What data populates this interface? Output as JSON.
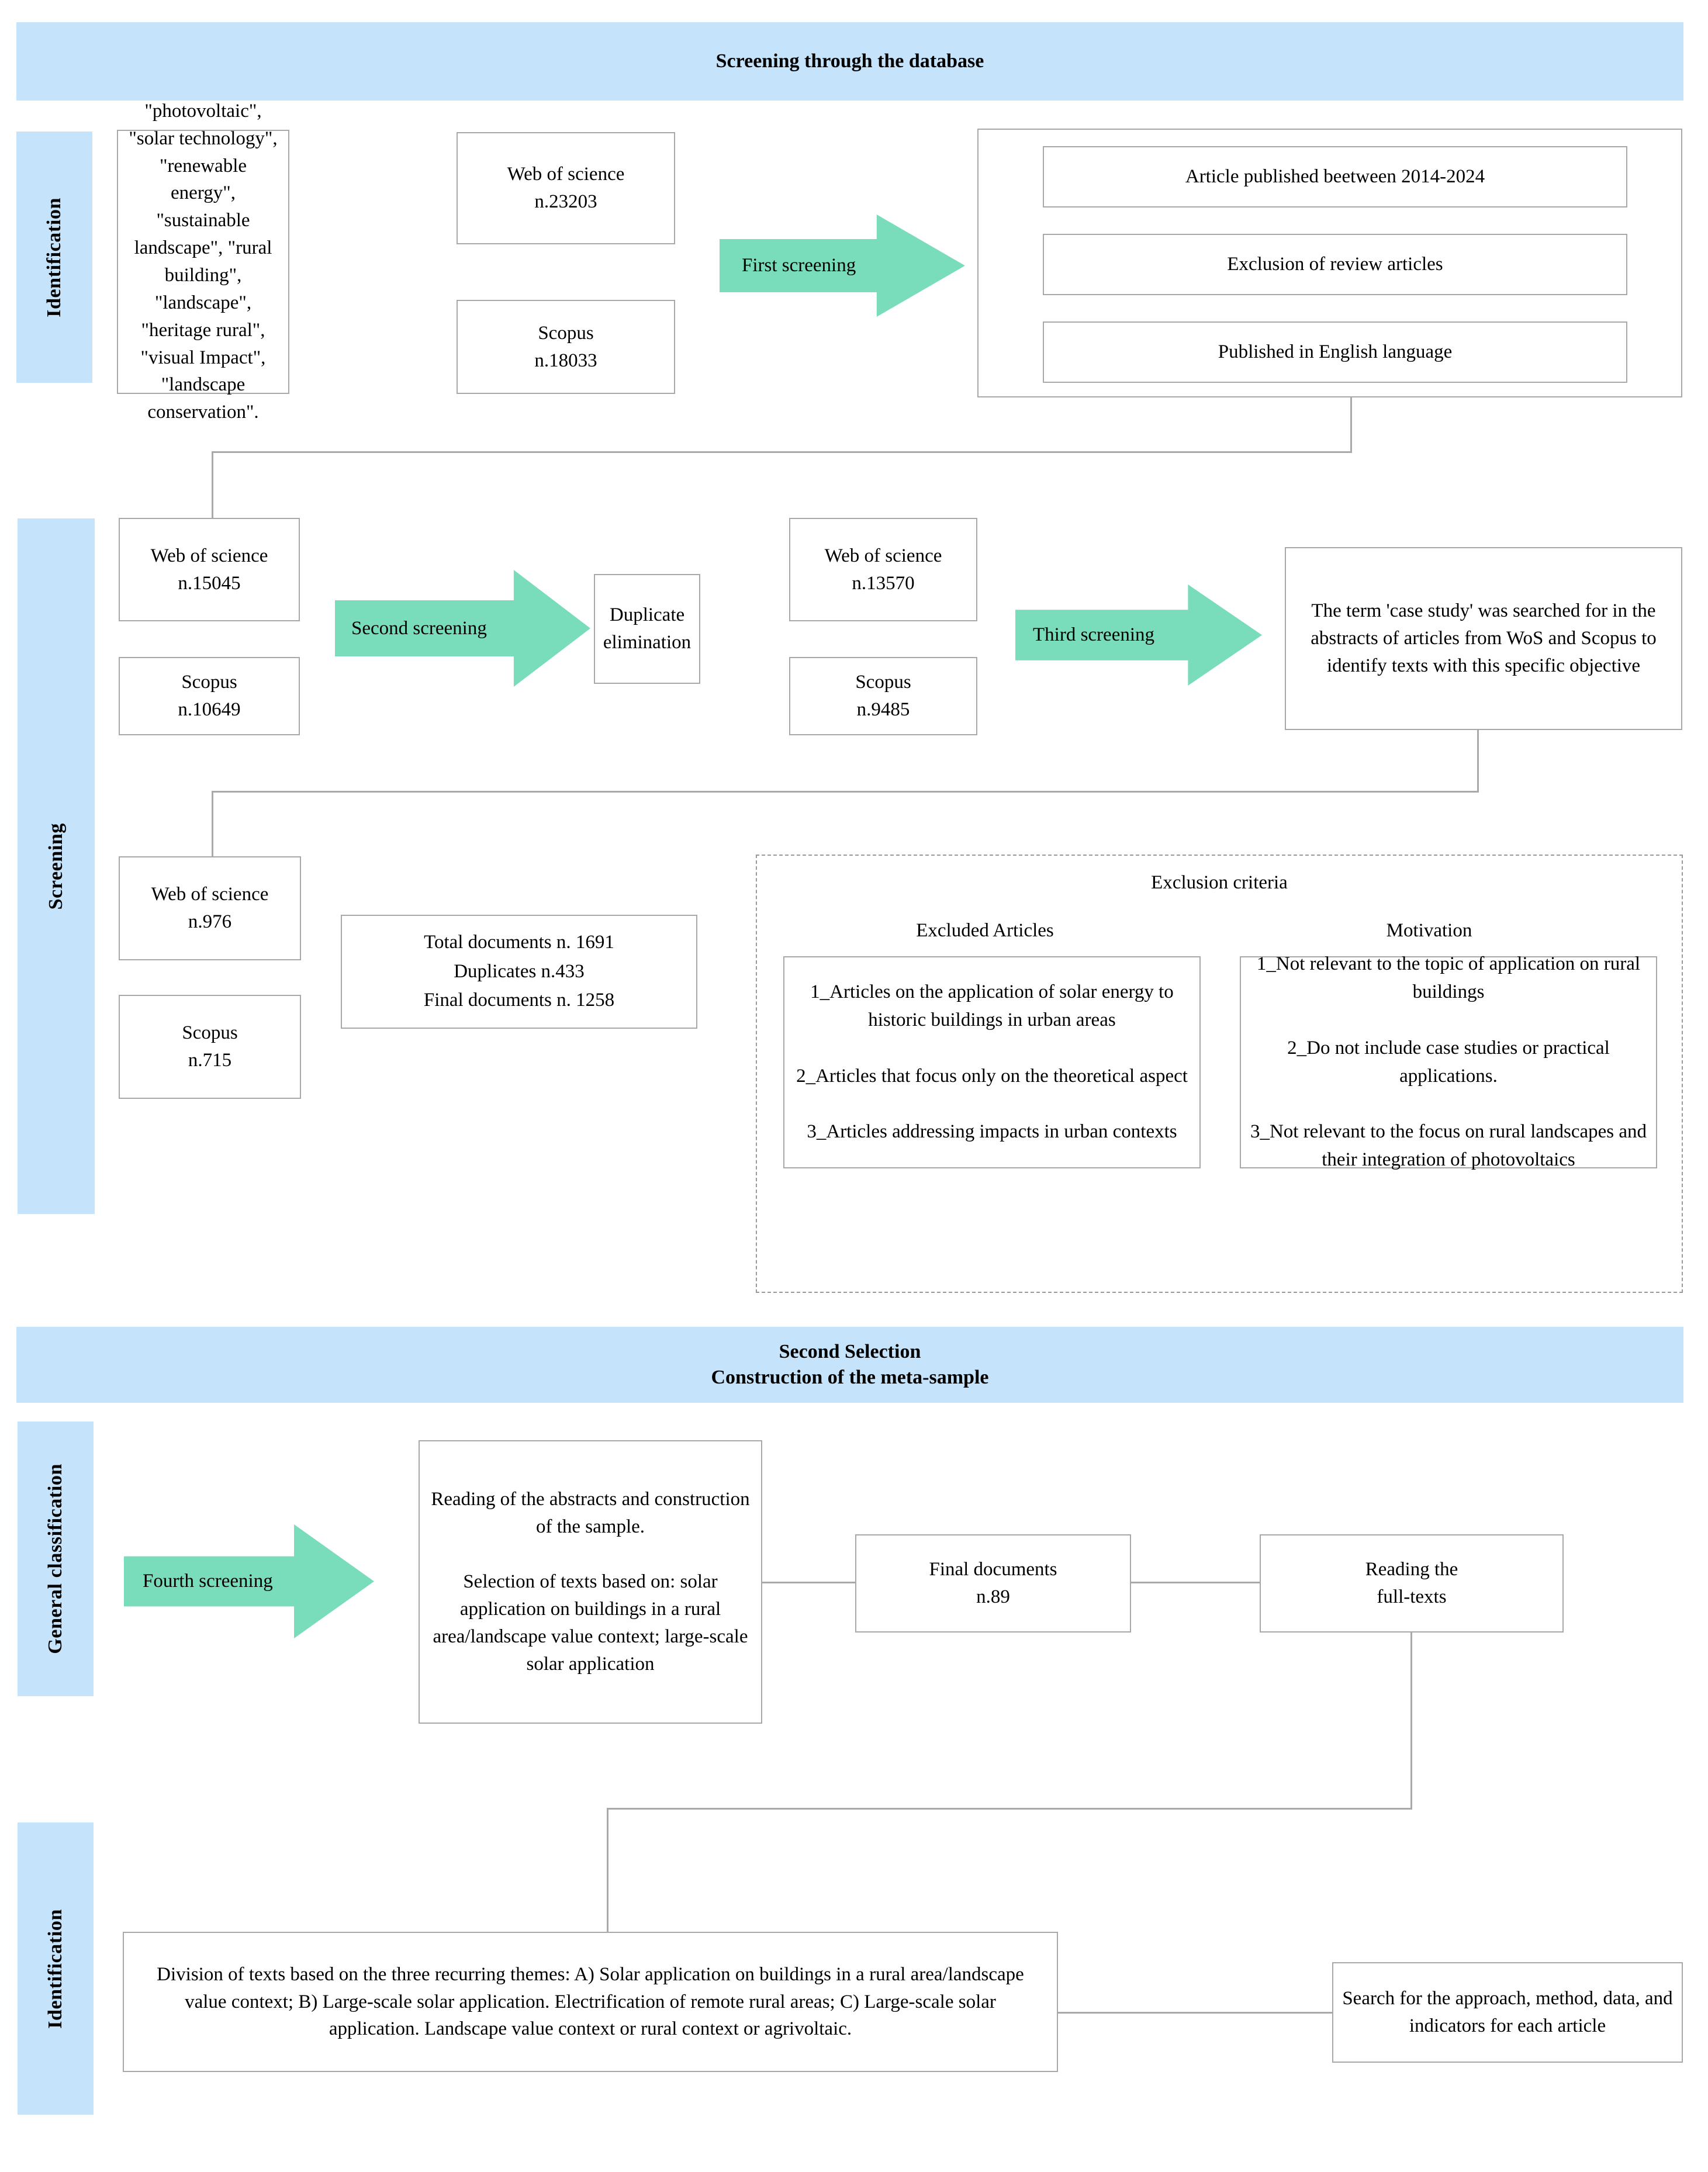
{
  "bands": {
    "top": "Screening through the database",
    "second_line1": "Second  Selection",
    "second_line2": "Construction of the meta-sample"
  },
  "stages": {
    "identification_top": "Identification",
    "screening": "Screening",
    "general_classification": "General classification",
    "identification_bottom": "Identification"
  },
  "identification": {
    "keywords": "\"photovoltaic\", \"solar technology\", \"renewable energy\", \"sustainable landscape\", \"rural building\", \"landscape\", \"heritage rural\", \"visual Impact\", \"landscape conservation\".",
    "wos": "Web of science\nn.23203",
    "scopus": "Scopus\nn.18033",
    "arrow_first": "First screening",
    "criteria": [
      "Article published beetween 2014-2024",
      "Exclusion of review articles",
      "Published in English language"
    ]
  },
  "screening": {
    "wos_in": "Web of science\nn.15045",
    "scopus_in": "Scopus\nn.10649",
    "arrow_second": "Second screening",
    "duplicate": "Duplicate\nelimination",
    "wos_mid": "Web of science\nn.13570",
    "scopus_mid": "Scopus\nn.9485",
    "arrow_third": "Third screening",
    "case_study": "The term 'case study' was searched for in the abstracts of articles from WoS and Scopus to identify texts with this specific objective",
    "wos_out": "Web of science\nn.976",
    "scopus_out": "Scopus\nn.715",
    "totals": "Total documents n. 1691\nDuplicates n.433\nFinal documents n. 1258",
    "exclusion": {
      "title": "Exclusion criteria",
      "col_excluded": "Excluded Articles",
      "col_motivation": "Motivation",
      "excluded_items": "1_Articles on the application of solar energy to historic buildings in urban areas\n\n2_Articles that focus only on the theoretical aspect\n\n3_Articles addressing impacts in urban contexts",
      "motivation_items": "1_Not relevant to the topic of application on rural buildings\n\n2_Do not include case studies or practical applications.\n\n3_Not relevant to the focus on rural landscapes and their integration of photovoltaics"
    }
  },
  "general_classification": {
    "arrow_fourth": "Fourth screening",
    "reading": "Reading of the abstracts and construction of the sample.\n\nSelection of texts based on: solar application on buildings in a rural area/landscape value context; large-scale solar application",
    "final_docs": "Final documents\nn.89",
    "reading_full": "Reading the\nfull-texts"
  },
  "identification_bottom": {
    "division": "Division of texts based on the three recurring themes: A) Solar application on buildings in a rural area/landscape value context; B) Large-scale solar application. Electrification of remote rural areas; C) Large-scale solar application. Landscape value context or rural context or agrivoltaic.",
    "search": "Search for the approach, method, data, and indicators for each article"
  },
  "colors": {
    "band_blue": "#c5e3fb",
    "arrow_green": "#79dcbb",
    "box_border": "#a8a8a8"
  }
}
